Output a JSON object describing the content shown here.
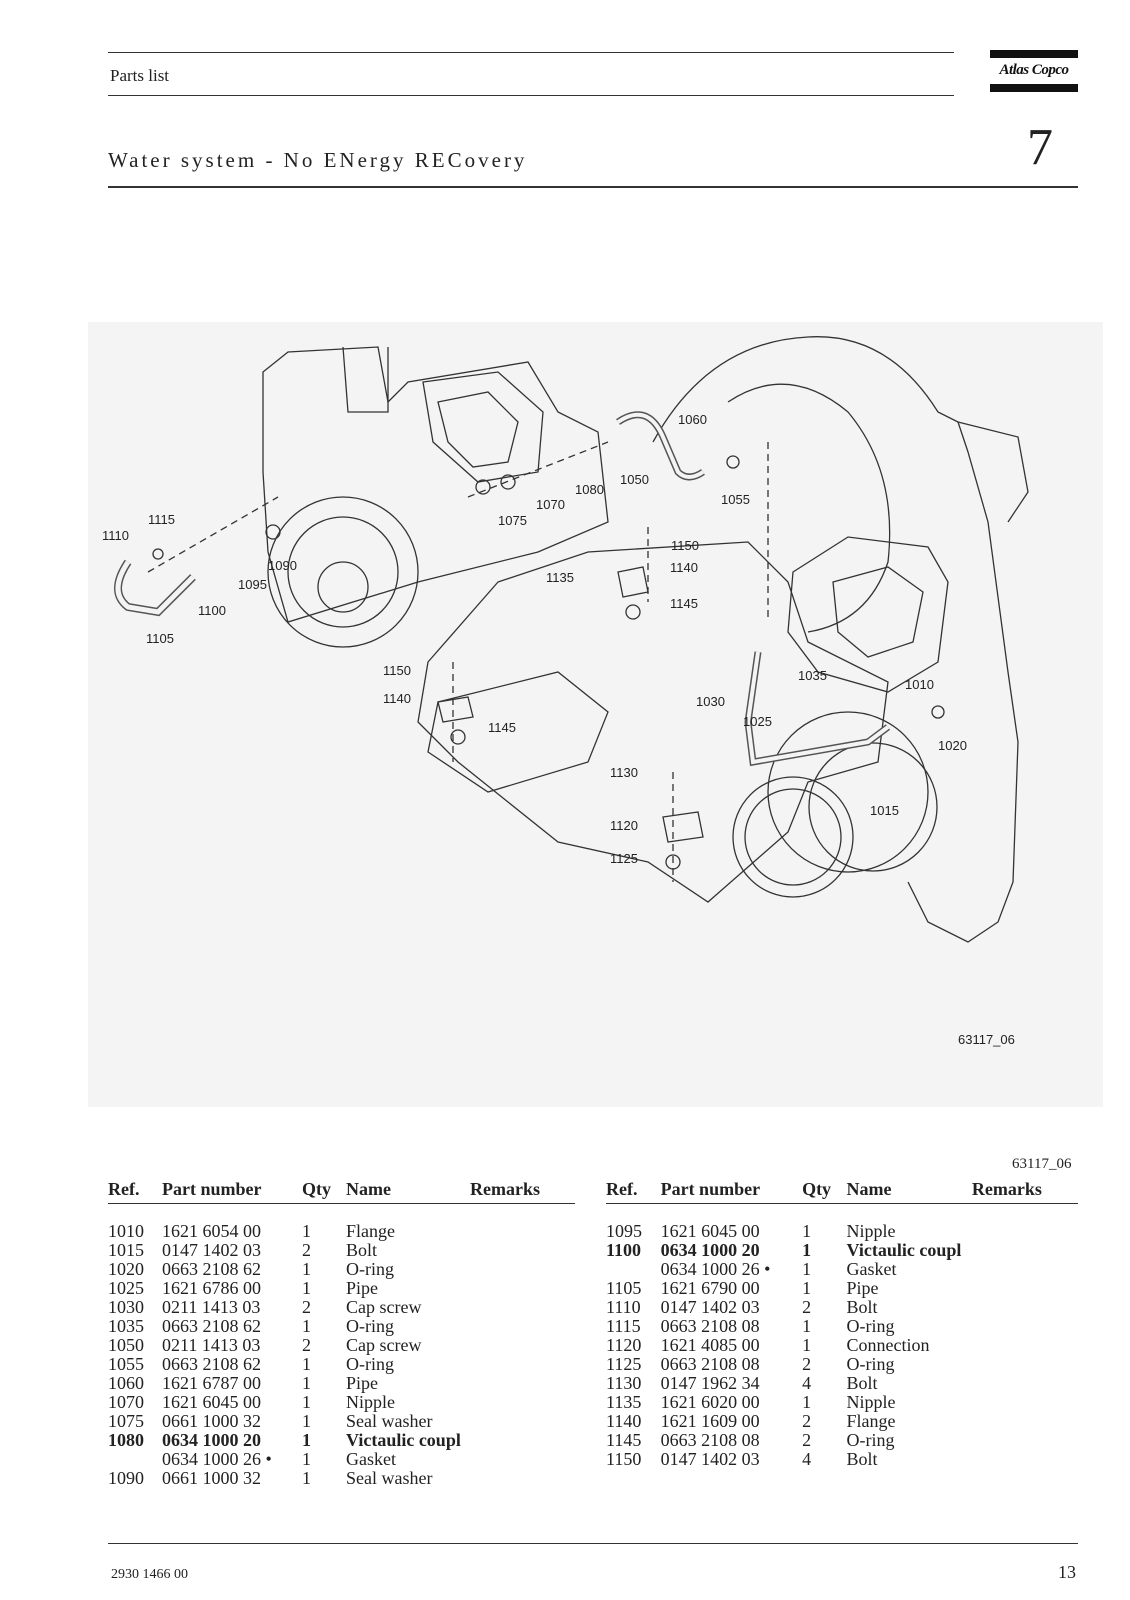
{
  "header": {
    "label": "Parts list",
    "brand_logo": "Atlas Copco",
    "section_title": "Water system - No ENergy RECovery",
    "section_number": "7"
  },
  "diagram": {
    "drawing_code": "63117_06",
    "callouts": [
      "1010",
      "1015",
      "1020",
      "1025",
      "1030",
      "1035",
      "1050",
      "1055",
      "1060",
      "1070",
      "1075",
      "1080",
      "1090",
      "1095",
      "1100",
      "1105",
      "1110",
      "1115",
      "1120",
      "1125",
      "1130",
      "1135",
      "1140",
      "1145",
      "1150",
      "1140",
      "1145",
      "1150"
    ]
  },
  "image_code": "63117_06",
  "table": {
    "columns": [
      "Ref.",
      "Part number",
      "Qty",
      "Name",
      "Remarks"
    ],
    "left_rows": [
      {
        "ref": "1010",
        "part": "1621 6054 00",
        "qty": "1",
        "name": "Flange",
        "remarks": "",
        "bold": false
      },
      {
        "ref": "1015",
        "part": "0147 1402 03",
        "qty": "2",
        "name": "Bolt",
        "remarks": "",
        "bold": false
      },
      {
        "ref": "1020",
        "part": "0663 2108 62",
        "qty": "1",
        "name": "O-ring",
        "remarks": "",
        "bold": false
      },
      {
        "ref": "1025",
        "part": "1621 6786 00",
        "qty": "1",
        "name": "Pipe",
        "remarks": "",
        "bold": false
      },
      {
        "ref": "1030",
        "part": "0211 1413 03",
        "qty": "2",
        "name": "Cap screw",
        "remarks": "",
        "bold": false
      },
      {
        "ref": "1035",
        "part": "0663 2108 62",
        "qty": "1",
        "name": "O-ring",
        "remarks": "",
        "bold": false
      },
      {
        "ref": "1050",
        "part": "0211 1413 03",
        "qty": "2",
        "name": "Cap screw",
        "remarks": "",
        "bold": false
      },
      {
        "ref": "1055",
        "part": "0663 2108 62",
        "qty": "1",
        "name": "O-ring",
        "remarks": "",
        "bold": false
      },
      {
        "ref": "1060",
        "part": "1621 6787 00",
        "qty": "1",
        "name": "Pipe",
        "remarks": "",
        "bold": false
      },
      {
        "ref": "1070",
        "part": "1621 6045 00",
        "qty": "1",
        "name": "Nipple",
        "remarks": "",
        "bold": false
      },
      {
        "ref": "1075",
        "part": "0661 1000 32",
        "qty": "1",
        "name": "Seal washer",
        "remarks": "",
        "bold": false
      },
      {
        "ref": "1080",
        "part": "0634 1000 20",
        "qty": "1",
        "name": "Victaulic coupl",
        "remarks": "",
        "bold": true
      },
      {
        "ref": "",
        "part": "0634 1000 26 •",
        "qty": "1",
        "name": "Gasket",
        "remarks": "",
        "bold": false
      },
      {
        "ref": "1090",
        "part": "0661 1000 32",
        "qty": "1",
        "name": "Seal washer",
        "remarks": "",
        "bold": false
      }
    ],
    "right_rows": [
      {
        "ref": "1095",
        "part": "1621 6045 00",
        "qty": "1",
        "name": "Nipple",
        "remarks": "",
        "bold": false
      },
      {
        "ref": "1100",
        "part": "0634 1000 20",
        "qty": "1",
        "name": "Victaulic coupl",
        "remarks": "",
        "bold": true
      },
      {
        "ref": "",
        "part": "0634 1000 26 •",
        "qty": "1",
        "name": "Gasket",
        "remarks": "",
        "bold": false
      },
      {
        "ref": "1105",
        "part": "1621 6790 00",
        "qty": "1",
        "name": "Pipe",
        "remarks": "",
        "bold": false
      },
      {
        "ref": "1110",
        "part": "0147 1402 03",
        "qty": "2",
        "name": "Bolt",
        "remarks": "",
        "bold": false
      },
      {
        "ref": "1115",
        "part": "0663 2108 08",
        "qty": "1",
        "name": "O-ring",
        "remarks": "",
        "bold": false
      },
      {
        "ref": "1120",
        "part": "1621 4085 00",
        "qty": "1",
        "name": "Connection",
        "remarks": "",
        "bold": false
      },
      {
        "ref": "1125",
        "part": "0663 2108 08",
        "qty": "2",
        "name": "O-ring",
        "remarks": "",
        "bold": false
      },
      {
        "ref": "1130",
        "part": "0147 1962 34",
        "qty": "4",
        "name": "Bolt",
        "remarks": "",
        "bold": false
      },
      {
        "ref": "1135",
        "part": "1621 6020 00",
        "qty": "1",
        "name": "Nipple",
        "remarks": "",
        "bold": false
      },
      {
        "ref": "1140",
        "part": "1621 1609 00",
        "qty": "2",
        "name": "Flange",
        "remarks": "",
        "bold": false
      },
      {
        "ref": "1145",
        "part": "0663 2108 08",
        "qty": "2",
        "name": "O-ring",
        "remarks": "",
        "bold": false
      },
      {
        "ref": "1150",
        "part": "0147 1402 03",
        "qty": "4",
        "name": "Bolt",
        "remarks": "",
        "bold": false
      }
    ]
  },
  "footer": {
    "document_number": "2930 1466 00",
    "page_number": "13"
  }
}
